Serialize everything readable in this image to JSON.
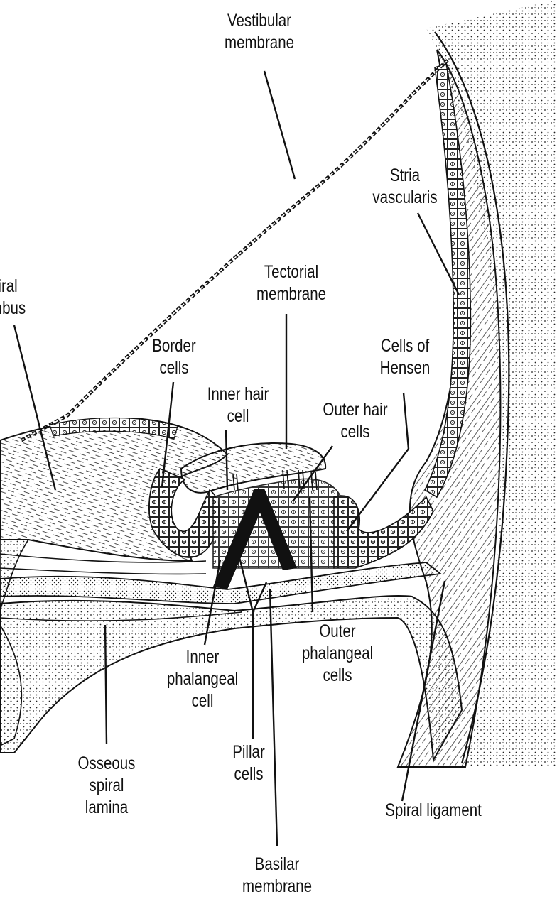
{
  "labels": {
    "vestibular_membrane": [
      "Vestibular",
      "membrane"
    ],
    "stria_vascularis": [
      "Stria",
      "vascularis"
    ],
    "spiral_limbus": [
      "piral",
      "mbus"
    ],
    "tectorial_membrane": [
      "Tectorial",
      "membrane"
    ],
    "border_cells": [
      "Border",
      "cells"
    ],
    "cells_of_hensen": [
      "Cells of",
      "Hensen"
    ],
    "inner_hair_cell": [
      "Inner hair",
      "cell"
    ],
    "outer_hair_cells": [
      "Outer hair",
      "cells"
    ],
    "outer_phalangeal_cells": [
      "Outer",
      "phalangeal",
      "cells"
    ],
    "inner_phalangeal_cell": [
      "Inner",
      "phalangeal",
      "cell"
    ],
    "osseous_spiral_lamina": [
      "Osseous",
      "spiral",
      "lamina"
    ],
    "pillar_cells": [
      "Pillar",
      "cells"
    ],
    "spiral_ligament": [
      "Spiral ligament"
    ],
    "basilar_membrane": [
      "Basilar",
      "membrane"
    ]
  },
  "colors": {
    "ink": "#111111",
    "paper": "#ffffff"
  }
}
